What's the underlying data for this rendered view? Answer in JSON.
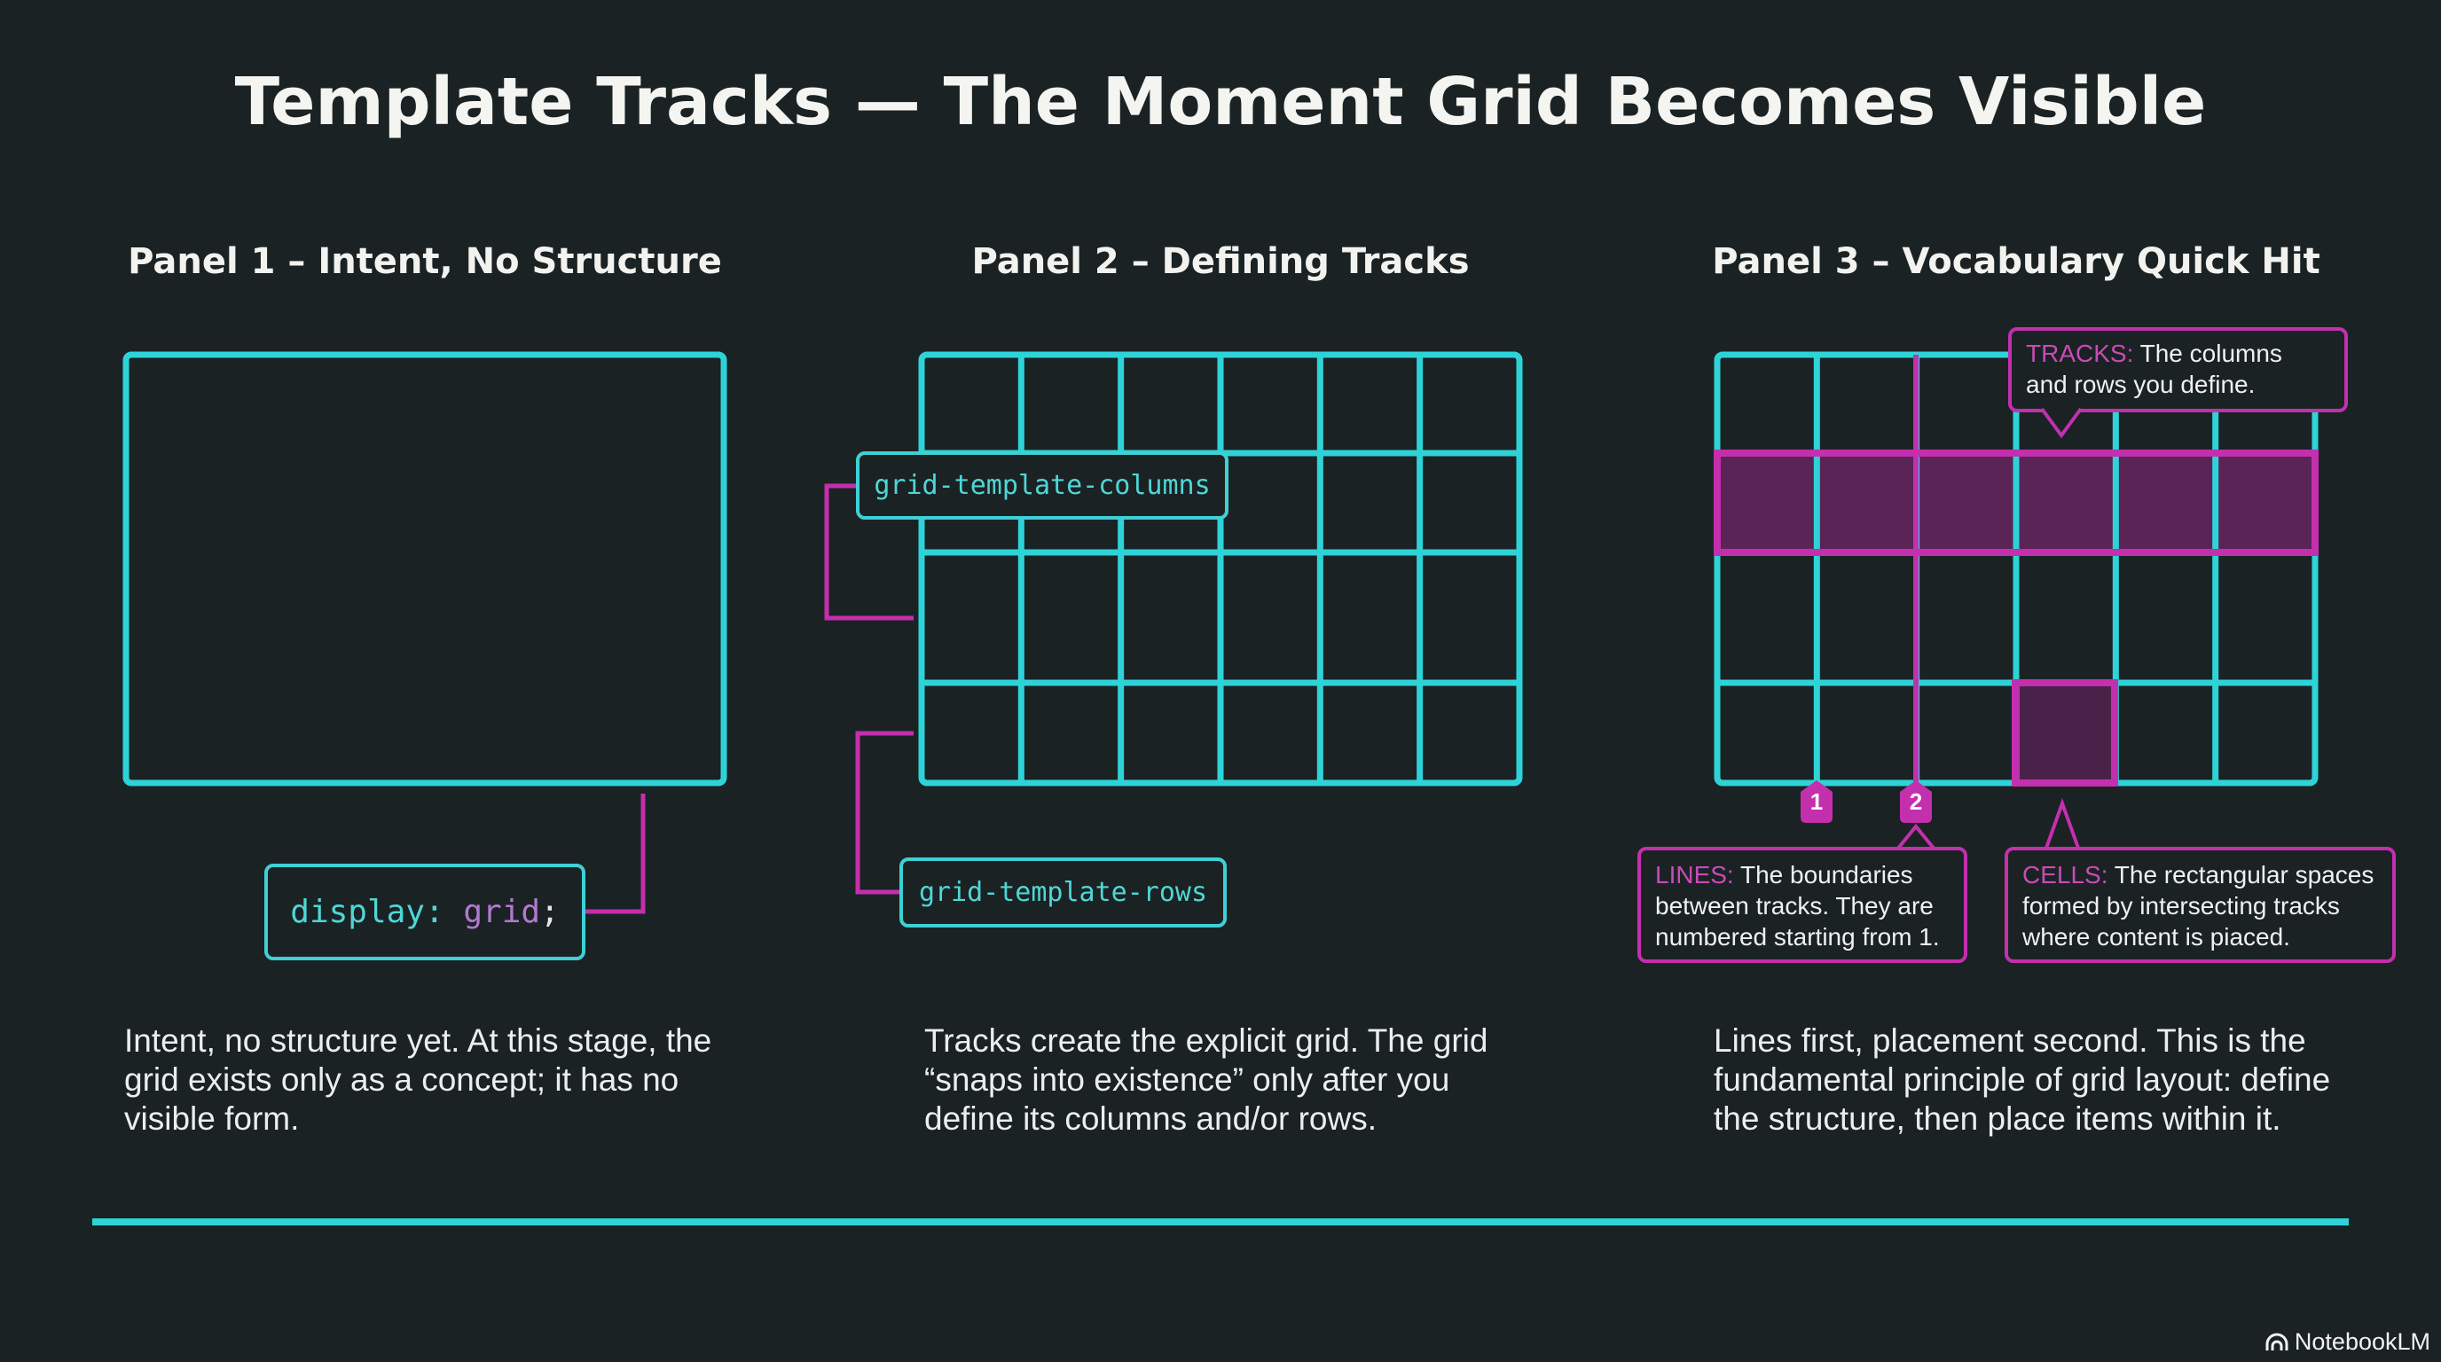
{
  "title": "Template Tracks — The Moment Grid Becomes Visible",
  "colors": {
    "background": "#1b2224",
    "cyan": "#2ed3d8",
    "magenta": "#c42fae",
    "track_fill": "#5a2457",
    "code_value": "#b07ad0"
  },
  "panels": [
    {
      "heading": "Panel 1 – Intent, No Structure",
      "code_label": {
        "property": "display:",
        "value": "grid",
        "end": ";"
      },
      "description": "Intent, no structure yet. At this stage, the grid exists only as a concept; it has no visible form."
    },
    {
      "heading": "Panel 2 – Defining Tracks",
      "columns_label": "grid-template-columns",
      "rows_label": "grid-template-rows",
      "grid": {
        "columns": 6,
        "rows": 4
      },
      "description": "Tracks create the explicit grid. The grid “snaps into existence” only after you define its columns and/or rows."
    },
    {
      "heading": "Panel 3 – Vocabulary Quick Hit",
      "grid": {
        "columns": 6,
        "rows": 4
      },
      "line_badges": [
        "1",
        "2"
      ],
      "callouts": {
        "tracks": {
          "term": "TRACKS:",
          "text": " The columns and rows you define."
        },
        "lines": {
          "term": "LINES:",
          "text": " The boundaries between tracks. They are numbered starting from 1."
        },
        "cells": {
          "term": "CELLS:",
          "text": " The rectangular spaces formed by intersecting tracks where content is piaced."
        }
      },
      "description": "Lines first, placement second. This is the fundamental principle of grid layout: define the structure, then place items within it."
    }
  ],
  "brand": "NotebookLM"
}
